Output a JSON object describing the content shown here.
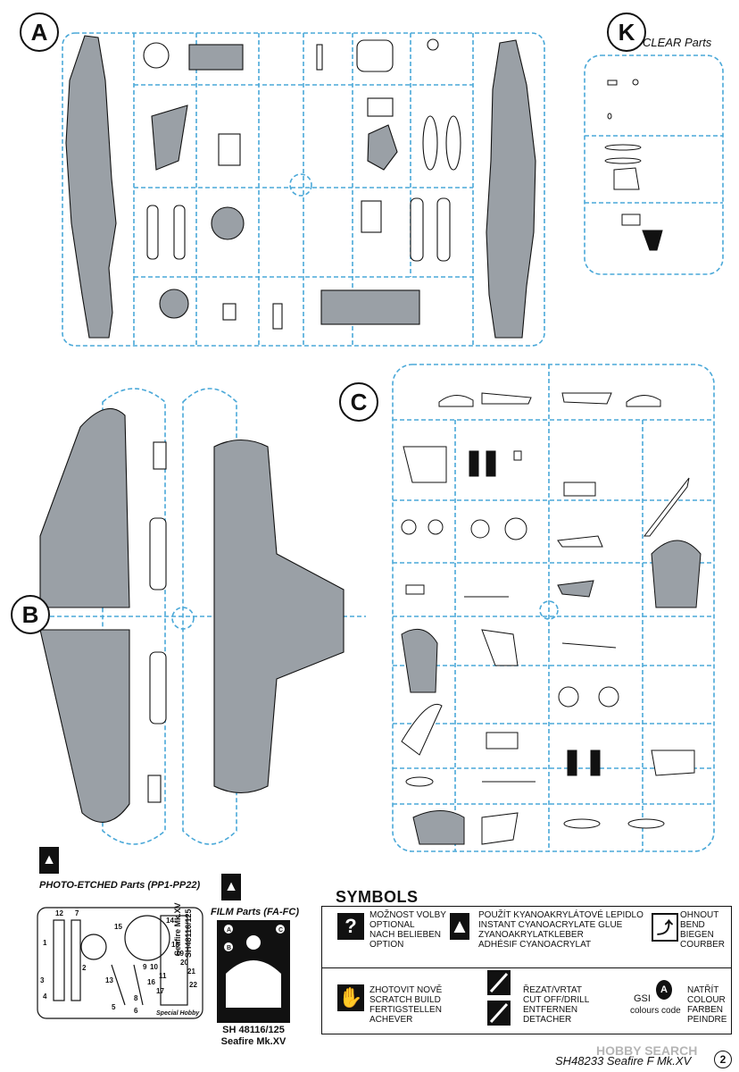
{
  "sprues": {
    "a": {
      "label": "A"
    },
    "b": {
      "label": "B"
    },
    "c": {
      "label": "C"
    },
    "k": {
      "label": "K",
      "caption": "CLEAR Parts"
    }
  },
  "photo_etched": {
    "caption": "PHOTO-ETCHED Parts (PP1-PP22)",
    "fret_text_1": "Seafire Mk.XV",
    "fret_text_2": "SH48116/125",
    "fret_brand": "Special Hobby",
    "fret_numbers": [
      "12",
      "7",
      "1",
      "2",
      "3",
      "4",
      "5",
      "6",
      "13",
      "14",
      "15",
      "8",
      "9",
      "10",
      "11",
      "16",
      "17",
      "18",
      "19",
      "20",
      "21",
      "22"
    ]
  },
  "film": {
    "caption": "FILM Parts (FA-FC)",
    "code": "SH 48116/125",
    "name": "Seafire Mk.XV",
    "letters": [
      "A",
      "B",
      "C"
    ]
  },
  "symbols": {
    "title": "SYMBOLS",
    "items": [
      {
        "icon": "question-icon",
        "lines": [
          "MOŽNOST VOLBY",
          "OPTIONAL",
          "NACH BELIEBEN",
          "OPTION"
        ]
      },
      {
        "icon": "glue-drop-icon",
        "lines": [
          "POUŽÍT KYANOAKRYLÁTOVÉ LEPIDLO",
          "INSTANT CYANOACRYLATE GLUE",
          "ZYANOAKRYLATKLEBER",
          "ADHÉSIF CYANOACRYLAT"
        ]
      },
      {
        "icon": "bend-icon",
        "lines": [
          "OHNOUT",
          "BEND",
          "BIEGEN",
          "COURBER"
        ]
      },
      {
        "icon": "hand-icon",
        "lines": [
          "ZHOTOVIT NOVĚ",
          "SCRATCH BUILD",
          "FERTIGSTELLEN",
          "ACHEVER"
        ]
      },
      {
        "icon": "cut-icon",
        "lines": [
          "ŘEZAT/VRTAT",
          "CUT OFF/DRILL",
          "ENTFERNEN",
          "DETACHER"
        ]
      },
      {
        "icon": "paint-icon",
        "gsi_label": "GSI",
        "code_label": "colours code",
        "letter": "A",
        "lines": [
          "NATŘÍT",
          "COLOUR",
          "FARBEN",
          "PEINDRE"
        ]
      }
    ]
  },
  "footer": {
    "kit": "SH48233",
    "title": "Seafire F Mk.XV",
    "page": "2",
    "watermark": "HOBBY SEARCH"
  },
  "colors": {
    "ink": "#111111",
    "sprue_frame": "#4aa8d8",
    "part_fill": "#9aa0a6",
    "watermark": "#b5b5b5"
  }
}
